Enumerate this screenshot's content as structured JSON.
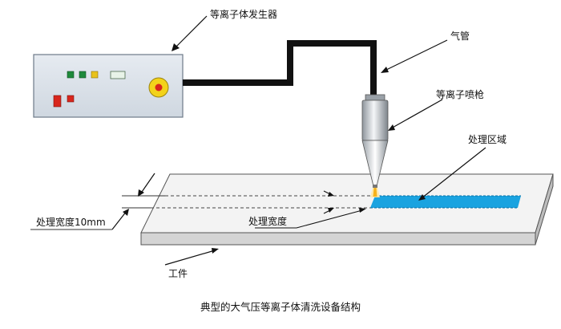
{
  "labels": {
    "generator": "等离子体发生器",
    "gas_pipe": "气管",
    "plasma_nozzle": "等离子喷枪",
    "treatment_zone": "处理区域",
    "treatment_width_10mm": "处理宽度10mm",
    "treatment_width": "处理宽度",
    "workpiece": "工件"
  },
  "caption": "典型的大气压等离子体清洗设备结构",
  "colors": {
    "housing": "#dbe2ea",
    "housing_border": "#6d7a88",
    "pipe": "#111111",
    "treated_strip": "#1aa3e0",
    "plate_top": "#f2f2f2",
    "plate_side": "#c9c9c9",
    "led_green": "#1f8a3b",
    "led_yellow": "#e8c21c",
    "led_red": "#d8261c",
    "knob_ring": "#f3d21a",
    "knob_center": "#d8261c"
  },
  "panel": {
    "indicators": [
      "led-green-1",
      "led-green-2",
      "led-yellow",
      "indicator-window",
      "switch-red-large",
      "switch-red-small"
    ],
    "knob": "power-knob-icon"
  }
}
